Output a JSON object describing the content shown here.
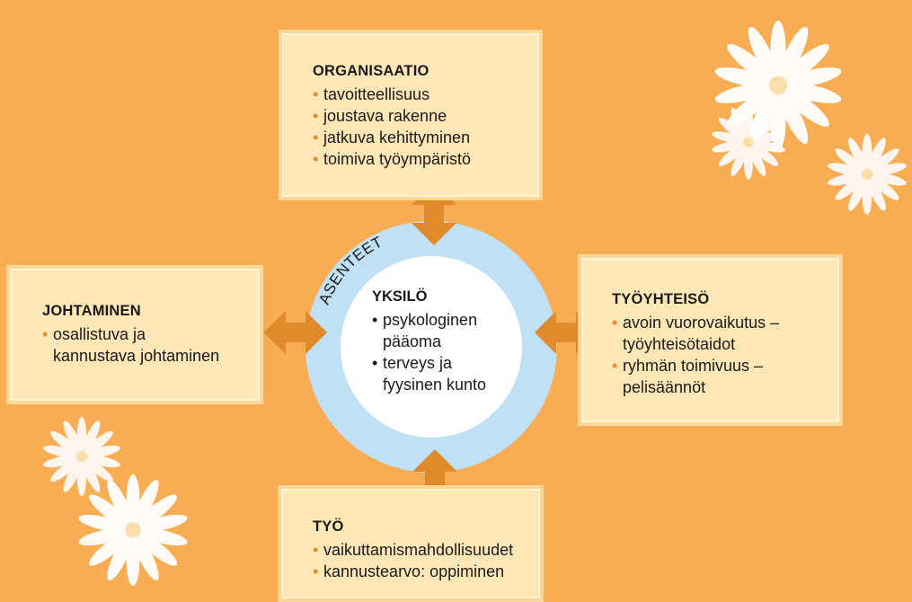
{
  "colors": {
    "background": "#f8ad55",
    "box_fill": "#fde7b6",
    "ring": "#bfe0f5",
    "arrow": "#e08a2c",
    "bullet": "#e98a2b",
    "flower": "#ffffff"
  },
  "center": {
    "ring_label": "ASENTEET",
    "title": "YKSILÖ",
    "items": [
      "psykologinen pääoma",
      "terveys ja fyysinen kunto"
    ]
  },
  "organisaatio": {
    "title": "ORGANISAATIO",
    "items": [
      "tavoitteellisuus",
      "joustava rakenne",
      "jatkuva kehittyminen",
      "toimiva työympäristö"
    ]
  },
  "johtaminen": {
    "title": "JOHTAMINEN",
    "items": [
      "osallistuva ja kannustava johtaminen"
    ]
  },
  "tyoyhteiso": {
    "title": "TYÖYHTEISÖ",
    "items": [
      "avoin vuorovaikutus – työyhteisötaidot",
      "ryhmän toimivuus – pelisäännöt"
    ]
  },
  "tyo": {
    "title": "TYÖ",
    "items": [
      "vaikuttamismahdollisuudet",
      "kannustearvo: oppiminen"
    ]
  }
}
